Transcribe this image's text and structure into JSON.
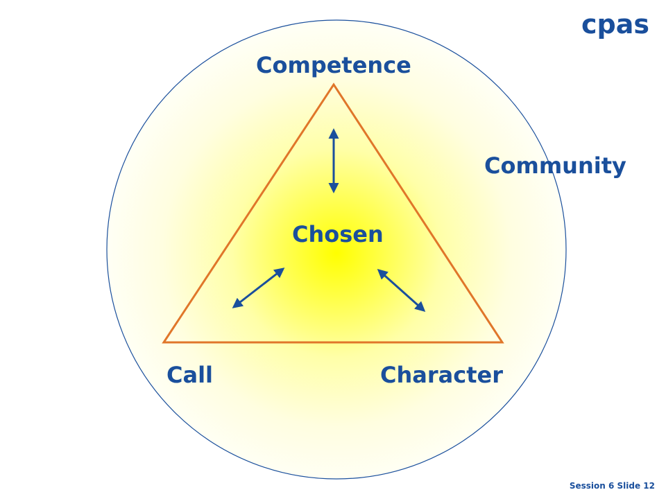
{
  "diagram": {
    "center_label": "Chosen",
    "vertices": {
      "top": "Competence",
      "bottom_left": "Call",
      "bottom_right": "Character"
    },
    "outer_label": "Community"
  },
  "brand": {
    "logo_text": "cpas"
  },
  "footer": {
    "text": "Session 6 Slide 12"
  },
  "colors": {
    "label": "#1a4f9c",
    "triangle_stroke": "#e0762a",
    "circle_stroke": "#1a4f9c",
    "glow_center": "#ffff00",
    "arrow": "#1a4f9c",
    "logo": "#1a4f9c"
  }
}
